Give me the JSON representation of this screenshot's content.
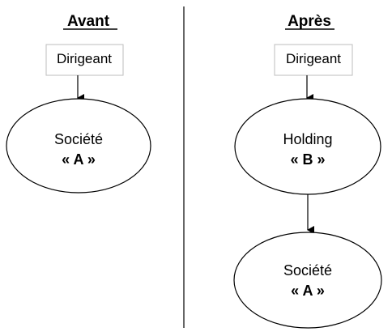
{
  "before": {
    "heading": "Avant",
    "top_box": "Dirigeant",
    "company": {
      "name": "Société",
      "code": "« A »"
    }
  },
  "after": {
    "heading": "Après",
    "top_box": "Dirigeant",
    "holding": {
      "name": "Holding",
      "code": "« B »"
    },
    "company": {
      "name": "Société",
      "code": "« A »"
    }
  },
  "colors": {
    "stroke": "#000000",
    "box_border": "#bdbdbd",
    "text": "#000000"
  }
}
